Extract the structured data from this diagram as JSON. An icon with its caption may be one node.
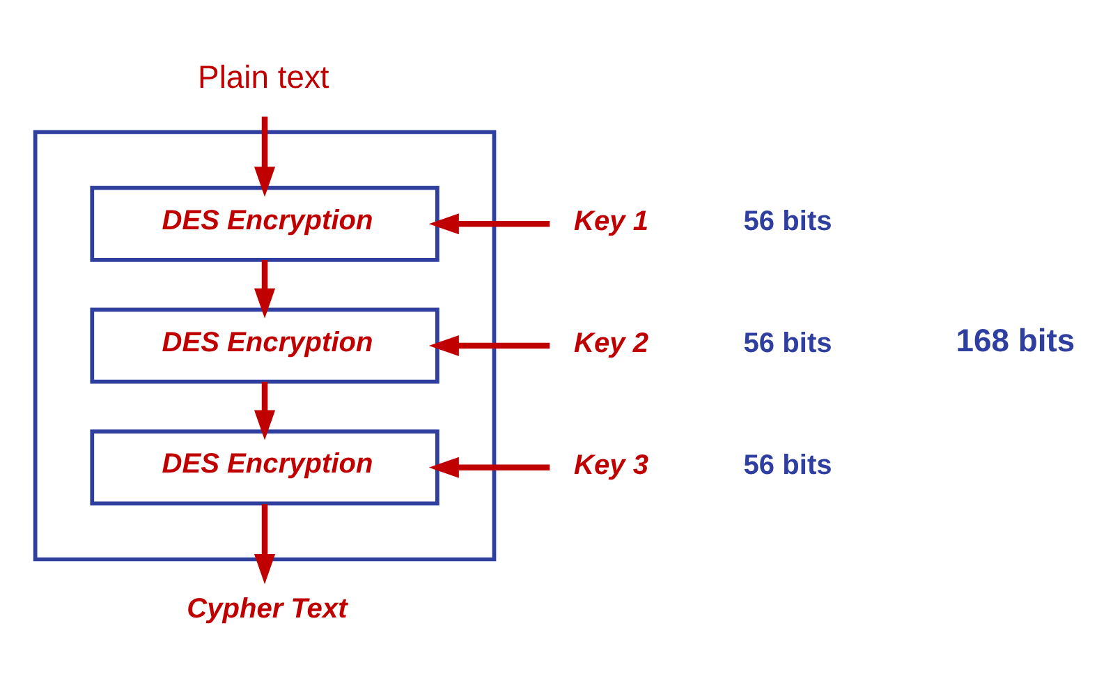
{
  "diagram": {
    "nodes": [
      {
        "text": [
          "Plain text"
        ]
      },
      {
        "text": [],
        "shape": "box"
      },
      {
        "text": [
          "DES Encryption"
        ],
        "in": 1
      },
      {
        "text": [
          "DES Encryption"
        ],
        "in": 1
      },
      {
        "text": [
          "DES Encryption"
        ],
        "in": 1
      },
      {
        "text": [
          "Key 1"
        ],
        "beside": [
          "56 bits"
        ]
      },
      {
        "text": [
          "Key 2"
        ],
        "beside": [
          "56 bits"
        ]
      },
      {
        "text": [
          "Key 3"
        ],
        "beside": [
          "56 bits"
        ]
      },
      {
        "text": [
          "Cypher Text"
        ]
      }
    ],
    "edges": [
      {
        "from": 0,
        "to": 2,
        "arrow": "to"
      },
      {
        "from": 2,
        "to": 3,
        "arrow": "to"
      },
      {
        "from": 3,
        "to": 4,
        "arrow": "to"
      },
      {
        "from": 4,
        "to": 8,
        "arrow": "to"
      },
      {
        "from": 5,
        "to": 2,
        "arrow": "to"
      },
      {
        "from": 6,
        "to": 3,
        "arrow": "to"
      },
      {
        "from": 7,
        "to": 4,
        "arrow": "to"
      }
    ],
    "labels": [
      "168 bits"
    ]
  }
}
